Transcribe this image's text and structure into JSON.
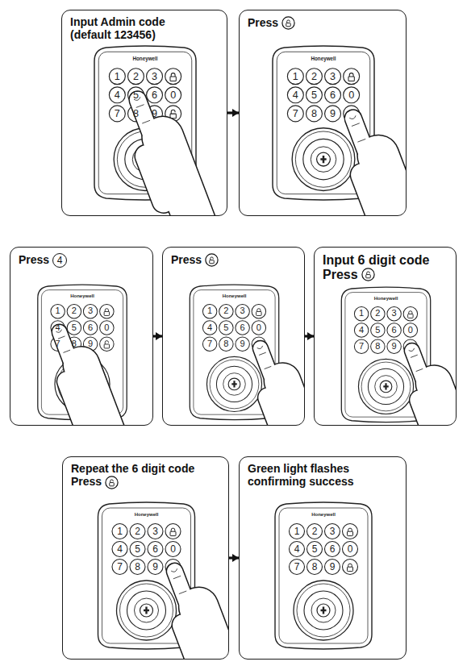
{
  "diagram": {
    "nodes": [
      {
        "text": [
          "Input Admin code (default 123456)"
        ]
      },
      {
        "text": [
          "Press"
        ]
      },
      {
        "text": [
          "Press",
          "4"
        ]
      },
      {
        "text": [
          "Press"
        ]
      },
      {
        "text": [
          "Input 6 digit code",
          "Press"
        ]
      },
      {
        "text": [
          "Repeat the 6 digit code",
          "Press"
        ]
      },
      {
        "text": [
          "Green light flashes confirming success"
        ]
      }
    ],
    "edges": [
      {
        "from": 0,
        "to": 1,
        "arrow": "to"
      },
      {
        "from": 2,
        "to": 3,
        "arrow": "to"
      },
      {
        "from": 3,
        "to": 4,
        "arrow": "to"
      },
      {
        "from": 5,
        "to": 6,
        "arrow": "to"
      }
    ],
    "labels": [
      "Honeywell",
      "1",
      "2",
      "3",
      "4",
      "5",
      "6",
      "0",
      "7",
      "8",
      "9",
      "Honeywell",
      "1",
      "2",
      "3",
      "4",
      "5",
      "6",
      "0",
      "7",
      "8",
      "9",
      "Honeywell",
      "1",
      "2",
      "3",
      "4",
      "5",
      "6",
      "0",
      "7",
      "8",
      "9",
      "Honeywell",
      "1",
      "2",
      "3",
      "4",
      "5",
      "6",
      "0",
      "7",
      "8",
      "9",
      "Honeywell",
      "1",
      "2",
      "3",
      "4",
      "5",
      "6",
      "0",
      "7",
      "8",
      "9",
      "Honeywell",
      "1",
      "2",
      "3",
      "4",
      "5",
      "6",
      "0",
      "7",
      "8",
      "9",
      "Honeywell",
      "1",
      "2",
      "3",
      "4",
      "5",
      "6",
      "0",
      "7",
      "8",
      "9"
    ]
  }
}
